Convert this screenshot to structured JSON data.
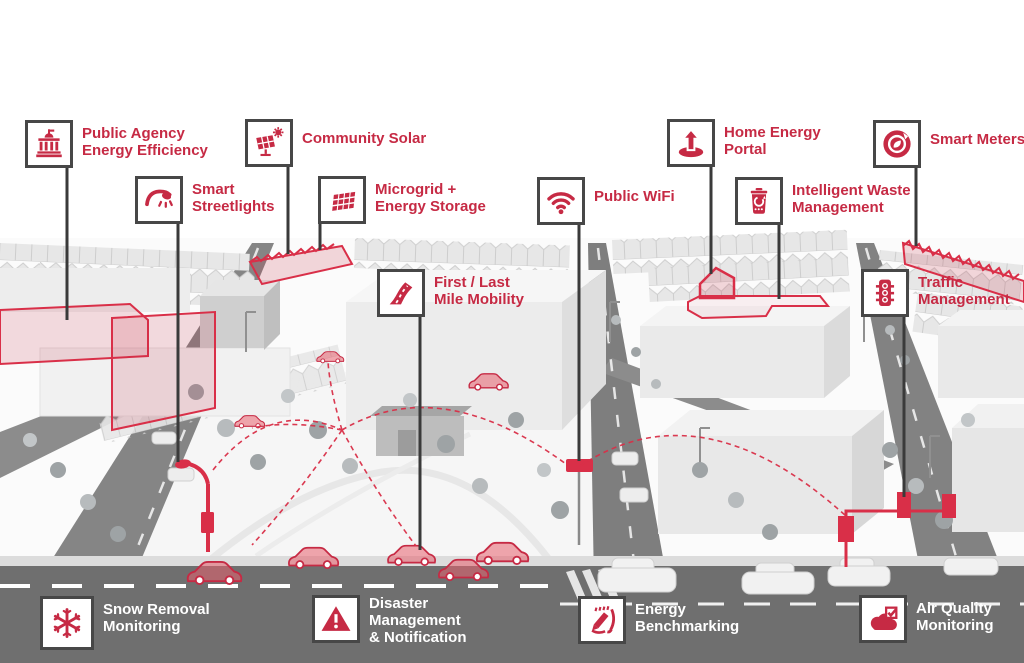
{
  "colors": {
    "accent_red": "#C62A44",
    "accent_red_bright": "#D92F48",
    "highlight_pink": "rgba(198,42,68,0.16)",
    "leader_line": "#3A3A3A",
    "box_border": "#474747",
    "foreground_road": "#6F6F6F"
  },
  "callouts": [
    {
      "id": "public-agency-energy-efficiency",
      "icon": "government-building-icon",
      "lines": [
        "Public Agency",
        "Energy Efficiency"
      ]
    },
    {
      "id": "smart-streetlights",
      "icon": "streetlight-icon",
      "lines": [
        "Smart",
        "Streetlights"
      ]
    },
    {
      "id": "community-solar",
      "icon": "solar-panel-sun-icon",
      "lines": [
        "Community Solar"
      ]
    },
    {
      "id": "microgrid-energy-storage",
      "icon": "solar-array-icon",
      "lines": [
        "Microgrid +",
        "Energy Storage"
      ]
    },
    {
      "id": "first-last-mile-mobility",
      "icon": "road-icon",
      "lines": [
        "First / Last",
        "Mile Mobility"
      ]
    },
    {
      "id": "public-wifi",
      "icon": "wifi-icon",
      "lines": [
        "Public WiFi"
      ]
    },
    {
      "id": "home-energy-portal",
      "icon": "up-arrow-portal-icon",
      "lines": [
        "Home Energy",
        "Portal"
      ]
    },
    {
      "id": "intelligent-waste-management",
      "icon": "waste-bin-recycle-icon",
      "lines": [
        "Intelligent Waste",
        "Management"
      ]
    },
    {
      "id": "smart-meters",
      "icon": "meter-leaf-icon",
      "lines": [
        "Smart Meters"
      ]
    },
    {
      "id": "traffic-management",
      "icon": "traffic-light-icon",
      "lines": [
        "Traffic",
        "Management"
      ]
    },
    {
      "id": "snow-removal-monitoring",
      "icon": "snowflake-icon",
      "lines": [
        "Snow Removal",
        "Monitoring"
      ]
    },
    {
      "id": "disaster-management-notification",
      "icon": "warning-triangle-icon",
      "lines": [
        "Disaster",
        "Management",
        "& Notification"
      ]
    },
    {
      "id": "energy-benchmarking",
      "icon": "pencil-report-icon",
      "lines": [
        "Energy",
        "Benchmarking"
      ]
    },
    {
      "id": "air-quality-monitoring",
      "icon": "cloud-check-icon",
      "lines": [
        "Air Quality",
        "Monitoring"
      ]
    }
  ]
}
